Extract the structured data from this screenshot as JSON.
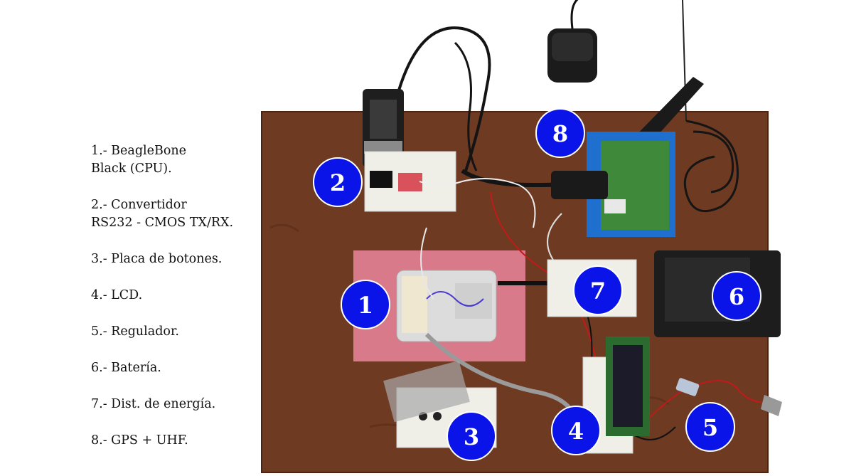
{
  "legend": [
    "1.- BeagleBone\nBlack (CPU).",
    "2.- Convertidor\nRS232 - CMOS TX/RX.",
    "3.- Placa de botones.",
    "4.- LCD.",
    "5.- Regulador.",
    "6.- Batería.",
    "7.- Dist. de energía.",
    "8.- GPS + UHF."
  ],
  "badges": [
    "1",
    "2",
    "3",
    "4",
    "5",
    "6",
    "7",
    "8"
  ],
  "colors": {
    "badge_fill": "#0a14e8",
    "board": "#6e3a22",
    "foam": "#d97a8a",
    "breadboard": "#efefe8",
    "gps_pad": "#1f6fcf",
    "pcb": "#3f8a3a",
    "battery": "#1d1d1d"
  }
}
